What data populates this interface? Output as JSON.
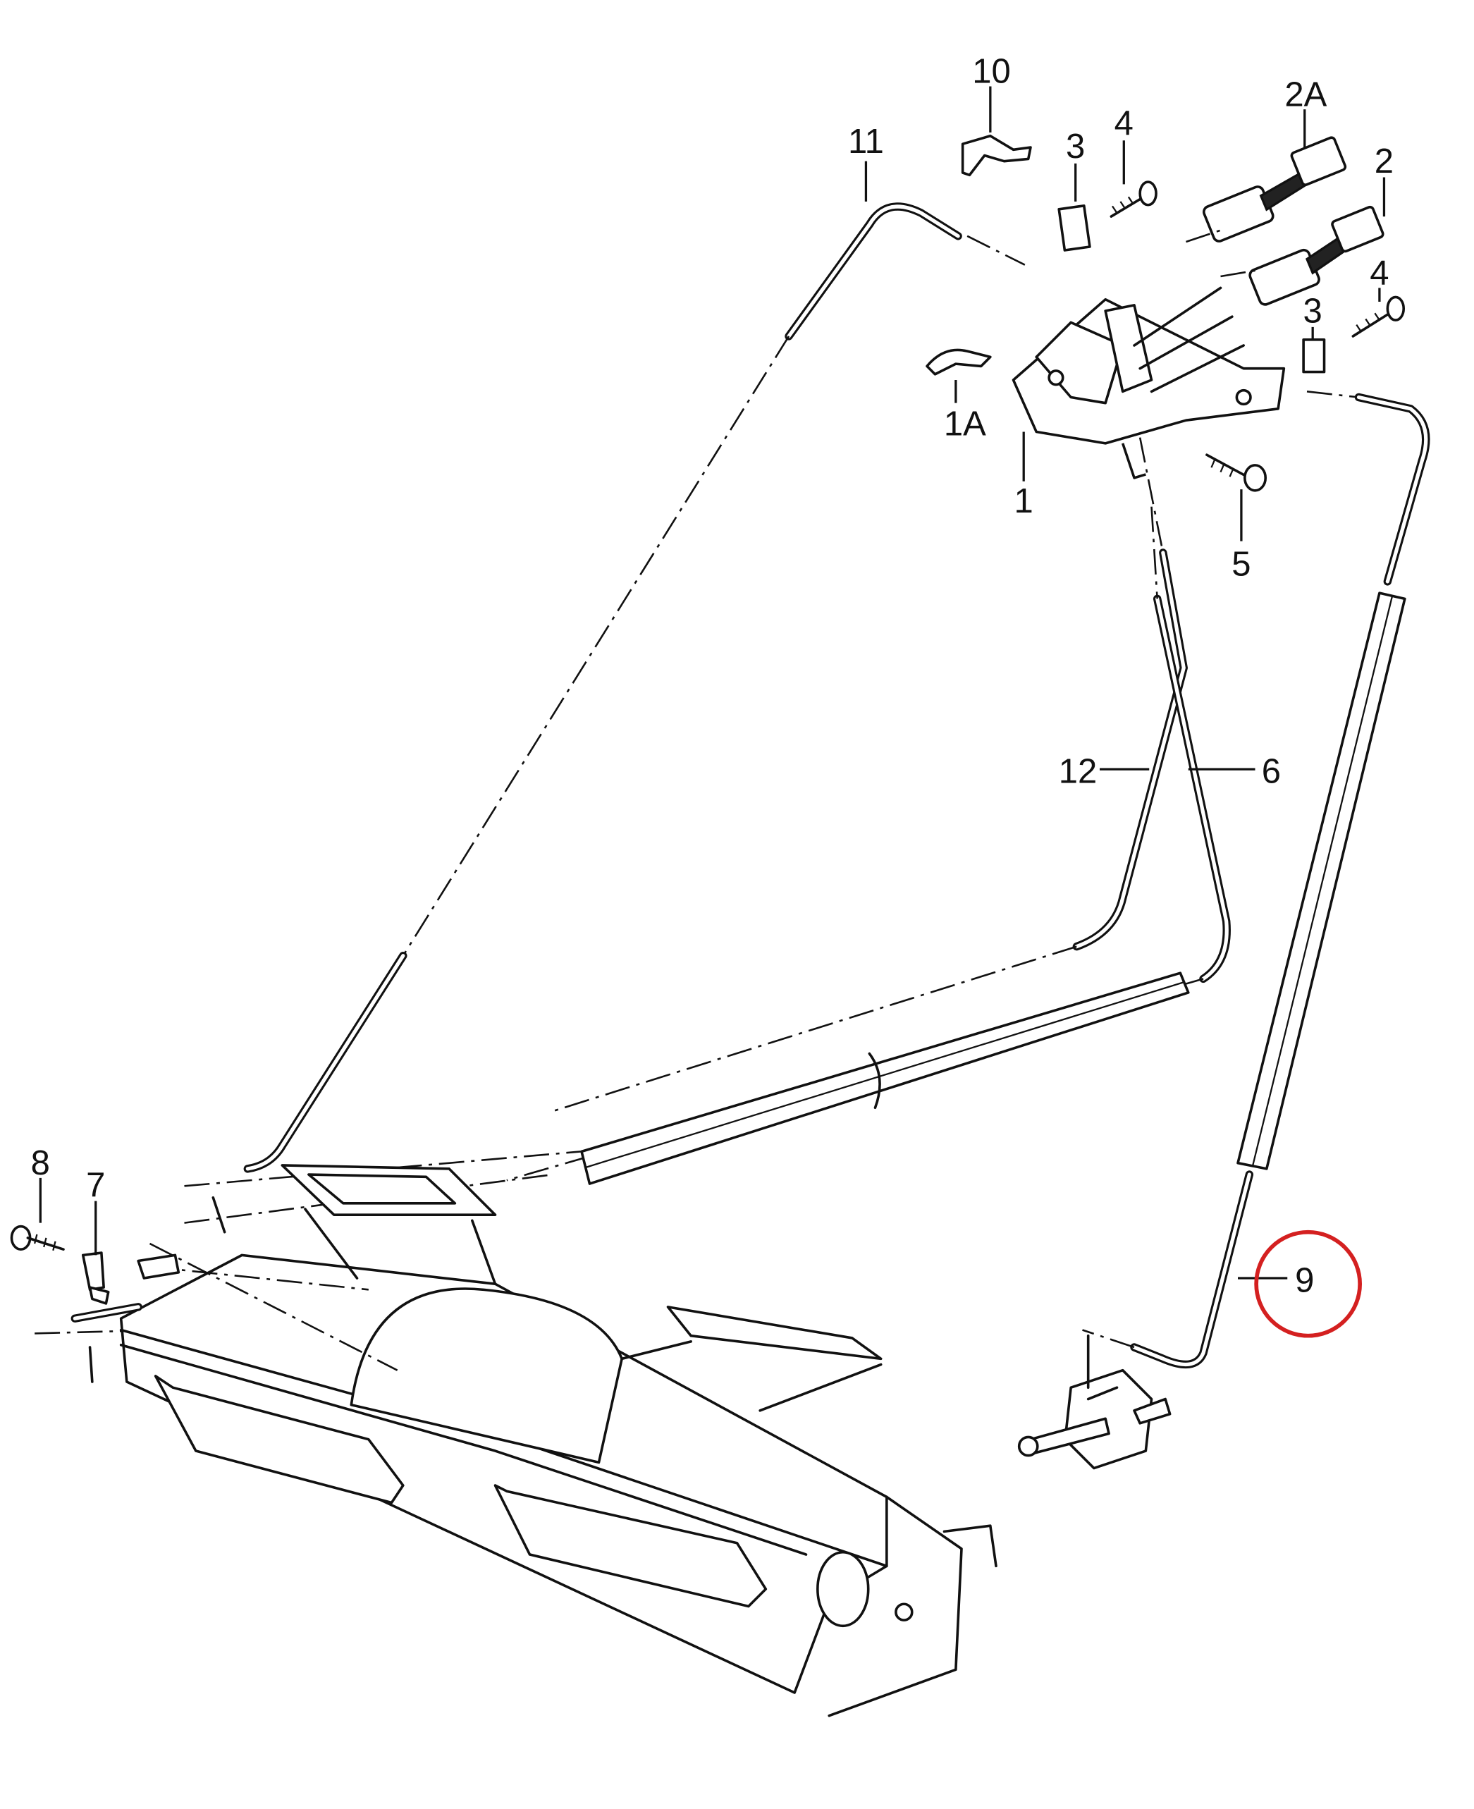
{
  "diagram": {
    "highlight_color": "#d42020",
    "highlighted_part": "9",
    "labels": {
      "p10": "10",
      "p11": "11",
      "p3a": "3",
      "p4a": "4",
      "p2A": "2A",
      "p2": "2",
      "p4b": "4",
      "p3b": "3",
      "p1A": "1A",
      "p1": "1",
      "p5": "5",
      "p12": "12",
      "p6": "6",
      "p8": "8",
      "p7": "7",
      "p9": "9"
    }
  }
}
